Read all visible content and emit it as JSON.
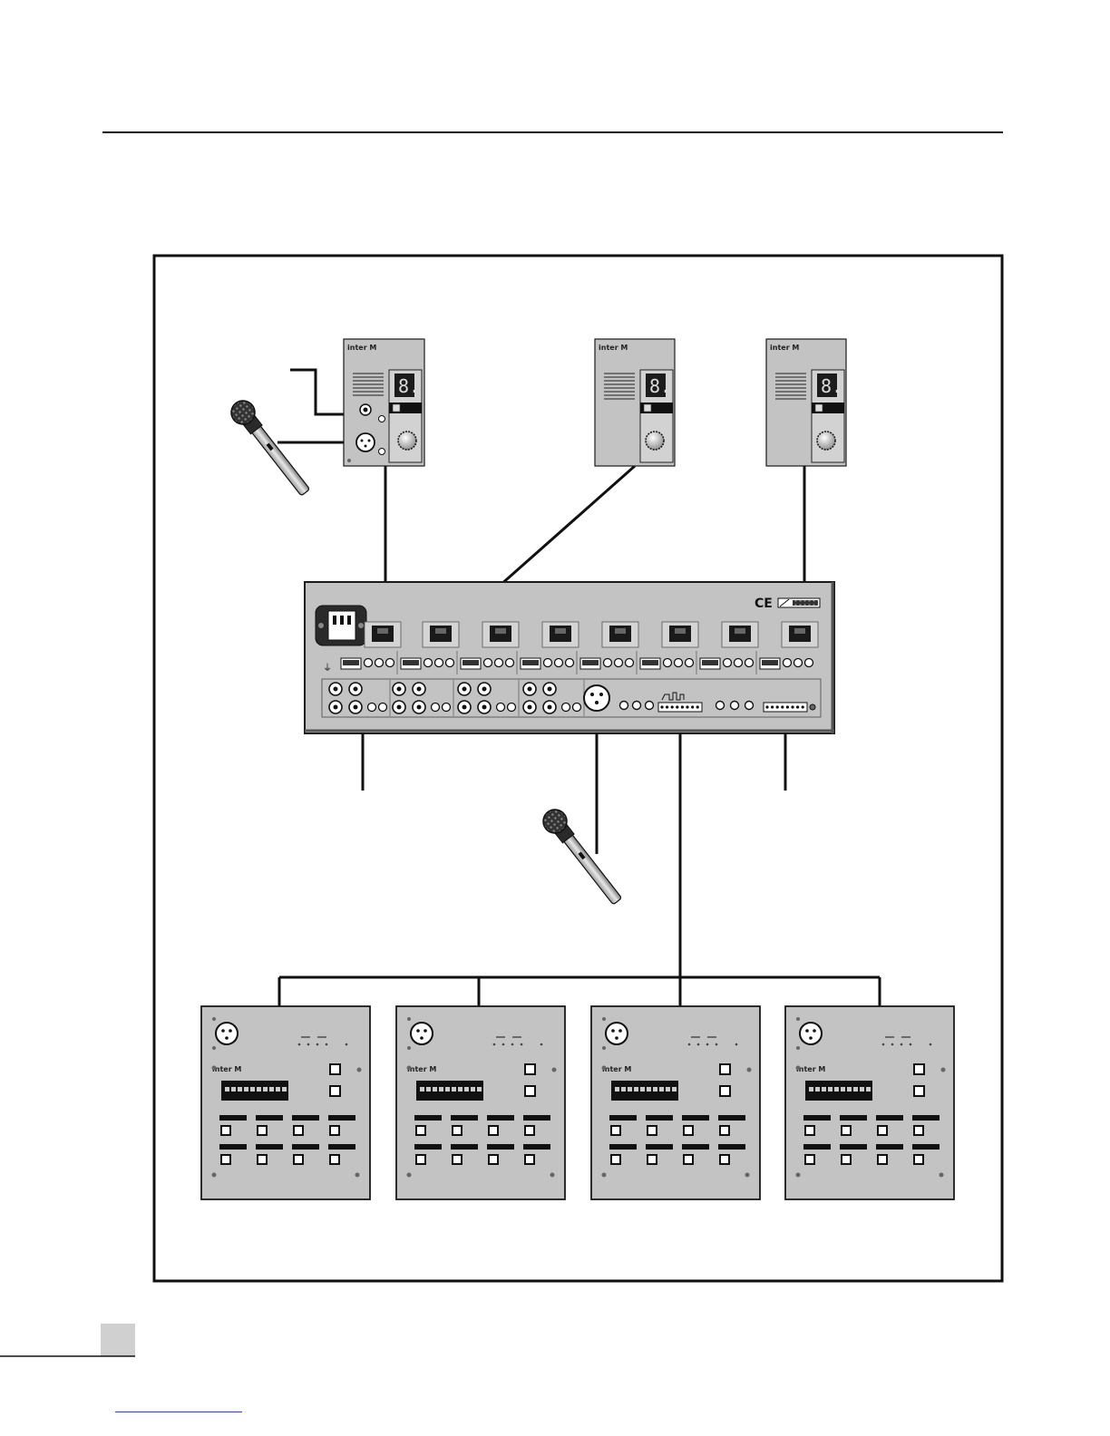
{
  "brand": "inter M",
  "colors": {
    "panel": "#c3c3c3",
    "panel_dark": "#b4b4b4",
    "stroke": "#1a1a1a",
    "page_tab": "#d0d0d0",
    "link_underline": "#2a3fc8"
  },
  "wall_panels": [
    {
      "id": "wall-panel-1",
      "has_inputs": true,
      "display": "8."
    },
    {
      "id": "wall-panel-2",
      "has_inputs": false,
      "display": "8."
    },
    {
      "id": "wall-panel-3",
      "has_inputs": false,
      "display": "8."
    }
  ],
  "mixer": {
    "zone_ports": 8,
    "input_groups": 4,
    "marks": {
      "ce": "CE"
    }
  },
  "paging_consoles": [
    {
      "id": "paging-console-1"
    },
    {
      "id": "paging-console-2"
    },
    {
      "id": "paging-console-3"
    },
    {
      "id": "paging-console-4"
    }
  ],
  "microphones": [
    {
      "id": "microphone-wall",
      "icon": "handheld-microphone-icon"
    },
    {
      "id": "microphone-mixer",
      "icon": "handheld-microphone-icon"
    }
  ]
}
